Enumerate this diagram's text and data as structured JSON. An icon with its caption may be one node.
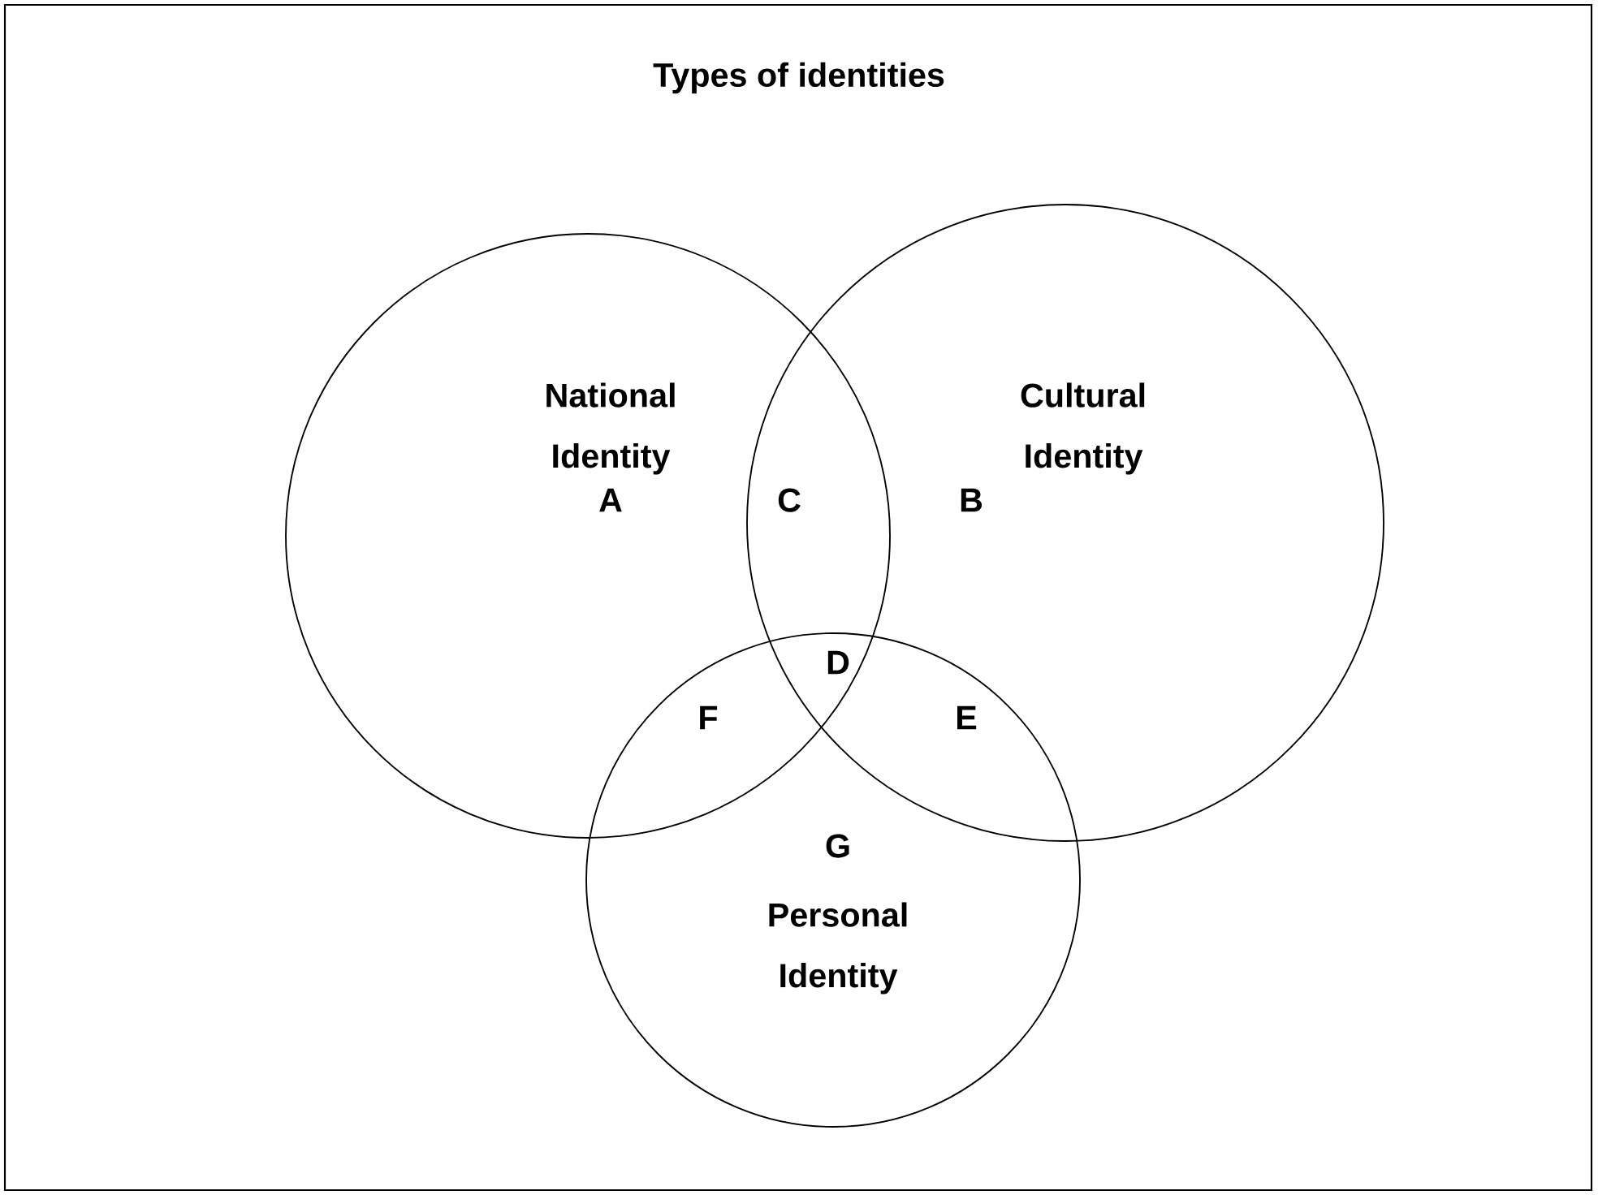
{
  "diagram": {
    "title": "Types of identities",
    "nodes": [
      {
        "text": [
          "National Identity"
        ]
      },
      {
        "text": [
          "Cultural Identity"
        ]
      },
      {
        "text": [
          "Personal Identity"
        ]
      }
    ],
    "labels": [
      "A",
      "C",
      "B",
      "D",
      "F",
      "E",
      "G"
    ]
  }
}
